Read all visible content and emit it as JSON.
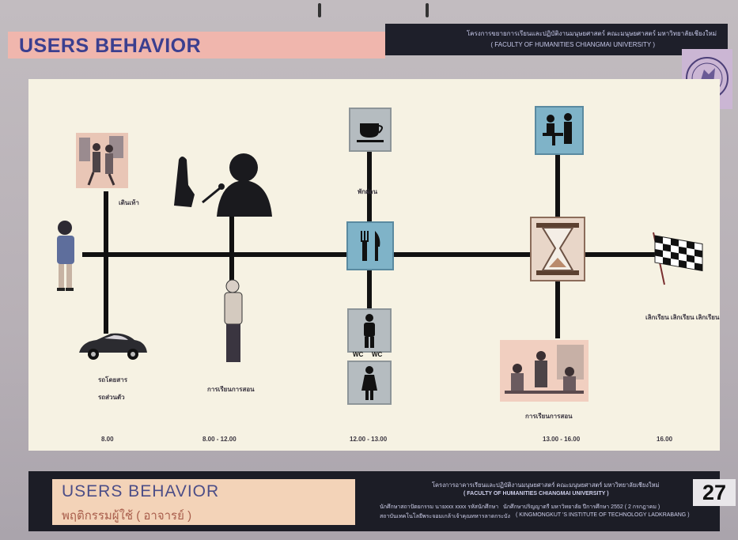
{
  "header": {
    "title": "USERS BEHAVIOR",
    "project_line": "โครงการขยายการเรียนและปฏิบัติงานมนุษยศาสตร์ คณะมนุษยศาสตร์ มหาวิทยาลัยเชียงใหม่",
    "faculty_line": "( FACULTY OF HUMANITIES CHIANGMAI UNIVERSITY )"
  },
  "timeline": {
    "labels": {
      "walk": "เดินเท้า",
      "coffee": "พักผ่อน",
      "car_1": "รถโดยสาร",
      "car_2": "รถส่วนตัว",
      "teaching": "การเรียนการสอน",
      "meeting": "การเรียนการสอน",
      "end": "เลิกเรียน เลิกเรียน เลิกเรียน",
      "wc_left": "WC",
      "wc_right": "WC"
    },
    "times": [
      "8.00",
      "8.00 - 12.00",
      "12.00 - 13.00",
      "13.00 - 16.00",
      "16.00"
    ]
  },
  "footer": {
    "title": "USERS BEHAVIOR",
    "subtitle": "พฤติกรรมผู้ใช้ ( อาจารย์ )",
    "project_line": "โครงการอาคารเรียนและปฏิบัติงานมนุษยศาสตร์ คณะมนุษยศาสตร์ มหาวิทยาลัยเชียงใหม่",
    "faculty_line": "( FACULTY OF HUMANITIES CHIANGMAI UNIVERSITY )",
    "left_small": "นักศึกษาสถาปัตยกรรม นายxxx xxxx รหัสนักศึกษา",
    "left_small_2": "สถาบันเทคโนโลยีพระจอมเกล้าเจ้าคุณทหารลาดกระบัง",
    "right_small": "นักศึกษาปริญญาตรี มหาวิทยาลัย ปีการศึกษา 2552 ( 2 กรกฎาคม )",
    "institute": "( KINGMONGKUT 'S INSTITUTE OF TECHNOLOGY LADKRABANG )",
    "page_number": "27"
  },
  "colors": {
    "title_band": "#f0b6ad",
    "title_text": "#3b3f8f",
    "panel": "#f6f2e3",
    "icon_blue": "#7fb3c8",
    "footer_bg": "#1c1d26"
  }
}
